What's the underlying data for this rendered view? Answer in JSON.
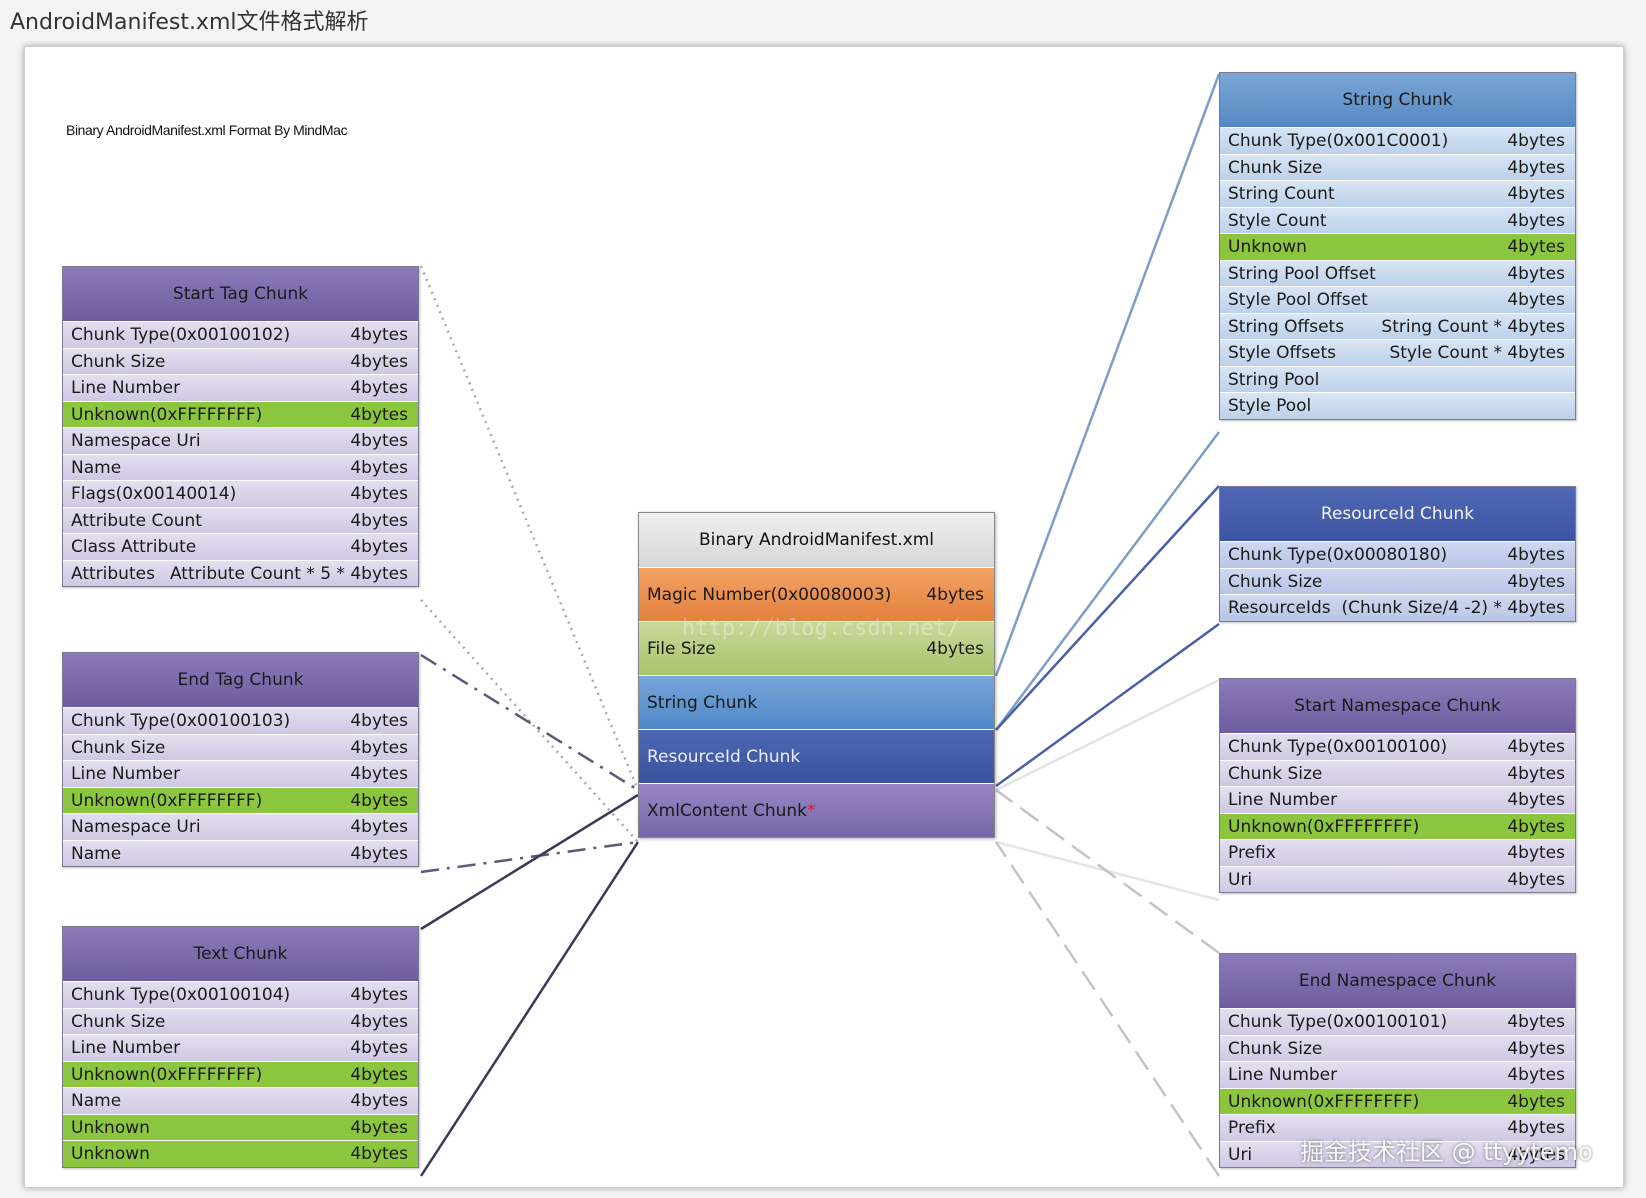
{
  "page": {
    "title": "AndroidManifest.xml文件格式解析"
  },
  "diagram": {
    "title": "Binary AndroidManifest.xml Format By MindMac"
  },
  "main": {
    "title": "Binary AndroidManifest.xml",
    "rows": [
      {
        "label": "Magic Number(0x00080003)",
        "size": "4bytes"
      },
      {
        "label": "File Size",
        "size": "4bytes"
      },
      {
        "label": "String Chunk",
        "size": ""
      },
      {
        "label": "ResourceId Chunk",
        "size": ""
      },
      {
        "label": "XmlContent Chunk",
        "size": "",
        "marker": "*"
      }
    ]
  },
  "chunks": {
    "start_tag": {
      "title": "Start Tag Chunk",
      "rows": [
        {
          "label": "Chunk Type(0x00100102)",
          "size": "4bytes"
        },
        {
          "label": "Chunk Size",
          "size": "4bytes"
        },
        {
          "label": "Line Number",
          "size": "4bytes"
        },
        {
          "label": "Unknown(0xFFFFFFFF)",
          "size": "4bytes",
          "highlight": true
        },
        {
          "label": "Namespace Uri",
          "size": "4bytes"
        },
        {
          "label": "Name",
          "size": "4bytes"
        },
        {
          "label": "Flags(0x00140014)",
          "size": "4bytes"
        },
        {
          "label": "Attribute Count",
          "size": "4bytes"
        },
        {
          "label": "Class Attribute",
          "size": "4bytes"
        },
        {
          "label": "Attributes",
          "size": "Attribute Count * 5 * 4bytes"
        }
      ]
    },
    "end_tag": {
      "title": "End Tag Chunk",
      "rows": [
        {
          "label": "Chunk Type(0x00100103)",
          "size": "4bytes"
        },
        {
          "label": "Chunk Size",
          "size": "4bytes"
        },
        {
          "label": "Line Number",
          "size": "4bytes"
        },
        {
          "label": "Unknown(0xFFFFFFFF)",
          "size": "4bytes",
          "highlight": true
        },
        {
          "label": "Namespace Uri",
          "size": "4bytes"
        },
        {
          "label": "Name",
          "size": "4bytes"
        }
      ]
    },
    "text": {
      "title": "Text Chunk",
      "rows": [
        {
          "label": "Chunk Type(0x00100104)",
          "size": "4bytes"
        },
        {
          "label": "Chunk Size",
          "size": "4bytes"
        },
        {
          "label": "Line Number",
          "size": "4bytes"
        },
        {
          "label": "Unknown(0xFFFFFFFF)",
          "size": "4bytes",
          "highlight": true
        },
        {
          "label": "Name",
          "size": "4bytes"
        },
        {
          "label": "Unknown",
          "size": "4bytes",
          "highlight": true
        },
        {
          "label": "Unknown",
          "size": "4bytes",
          "highlight": true
        }
      ]
    },
    "string": {
      "title": "String Chunk",
      "rows": [
        {
          "label": "Chunk Type(0x001C0001)",
          "size": "4bytes"
        },
        {
          "label": "Chunk Size",
          "size": "4bytes"
        },
        {
          "label": "String Count",
          "size": "4bytes"
        },
        {
          "label": "Style Count",
          "size": "4bytes"
        },
        {
          "label": "Unknown",
          "size": "4bytes",
          "highlight": true
        },
        {
          "label": "String Pool Offset",
          "size": "4bytes"
        },
        {
          "label": "Style Pool Offset",
          "size": "4bytes"
        },
        {
          "label": "String Offsets",
          "size": "String Count * 4bytes"
        },
        {
          "label": "Style Offsets",
          "size": "Style Count * 4bytes"
        },
        {
          "label": "String Pool",
          "size": ""
        },
        {
          "label": "Style Pool",
          "size": ""
        }
      ]
    },
    "resource_id": {
      "title": "ResourceId Chunk",
      "rows": [
        {
          "label": "Chunk Type(0x00080180)",
          "size": "4bytes"
        },
        {
          "label": "Chunk Size",
          "size": "4bytes"
        },
        {
          "label": "ResourceIds",
          "size": "(Chunk Size/4 -2) * 4bytes"
        }
      ]
    },
    "start_namespace": {
      "title": "Start Namespace Chunk",
      "rows": [
        {
          "label": "Chunk Type(0x00100100)",
          "size": "4bytes"
        },
        {
          "label": "Chunk Size",
          "size": "4bytes"
        },
        {
          "label": "Line Number",
          "size": "4bytes"
        },
        {
          "label": "Unknown(0xFFFFFFFF)",
          "size": "4bytes",
          "highlight": true
        },
        {
          "label": "Prefix",
          "size": "4bytes"
        },
        {
          "label": "Uri",
          "size": "4bytes"
        }
      ]
    },
    "end_namespace": {
      "title": "End Namespace Chunk",
      "rows": [
        {
          "label": "Chunk Type(0x00100101)",
          "size": "4bytes"
        },
        {
          "label": "Chunk Size",
          "size": "4bytes"
        },
        {
          "label": "Line Number",
          "size": "4bytes"
        },
        {
          "label": "Unknown(0xFFFFFFFF)",
          "size": "4bytes",
          "highlight": true
        },
        {
          "label": "Prefix",
          "size": "4bytes"
        },
        {
          "label": "Uri",
          "size": "4bytes"
        }
      ]
    }
  },
  "watermarks": {
    "url": "http://blog.csdn.net/",
    "site": "掘金技术社区 @ ttyytemo"
  },
  "colors": {
    "highlight": "#8cc63f",
    "purple_header": "#7a67a9",
    "lightblue_header": "#6495cd",
    "darkblue_header": "#4259a6",
    "magic": "#e88d4b",
    "file_size": "#b4cc7d"
  }
}
